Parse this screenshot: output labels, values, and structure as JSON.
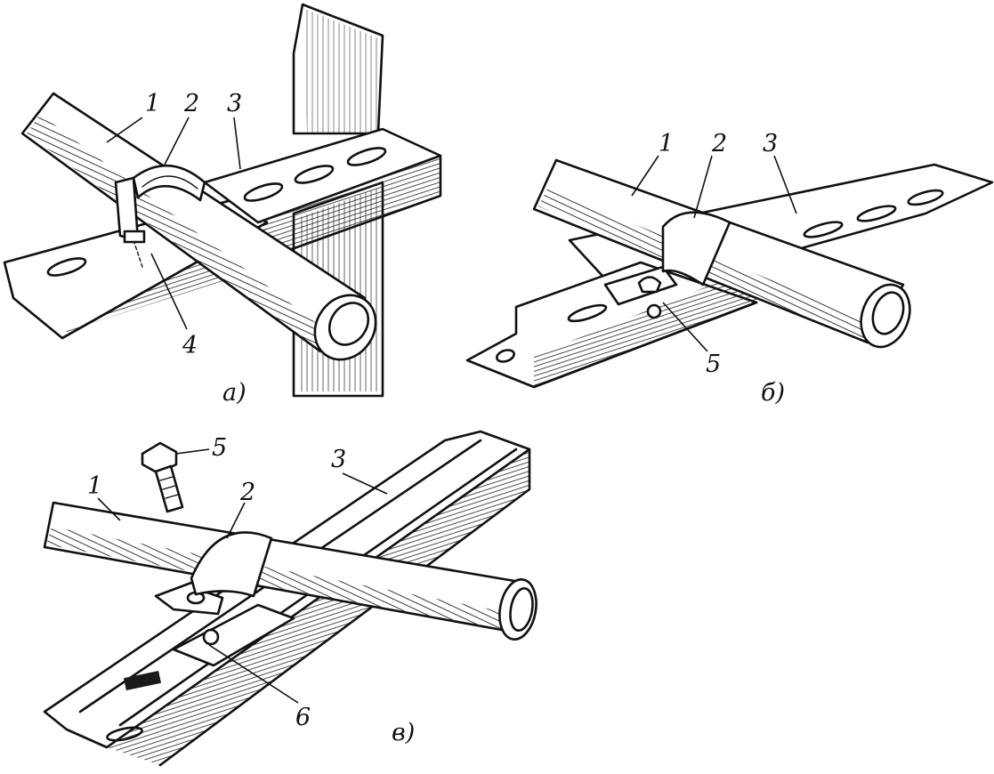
{
  "figure": {
    "panels": [
      {
        "id": "a",
        "caption": "а)",
        "labels": [
          "1",
          "2",
          "3",
          "4"
        ]
      },
      {
        "id": "b",
        "caption": "б)",
        "labels": [
          "1",
          "2",
          "3",
          "5"
        ]
      },
      {
        "id": "c",
        "caption": "в)",
        "labels": [
          "1",
          "2",
          "3",
          "5",
          "6"
        ]
      }
    ]
  },
  "colors": {
    "ink": "#111111",
    "paper": "#ffffff"
  }
}
